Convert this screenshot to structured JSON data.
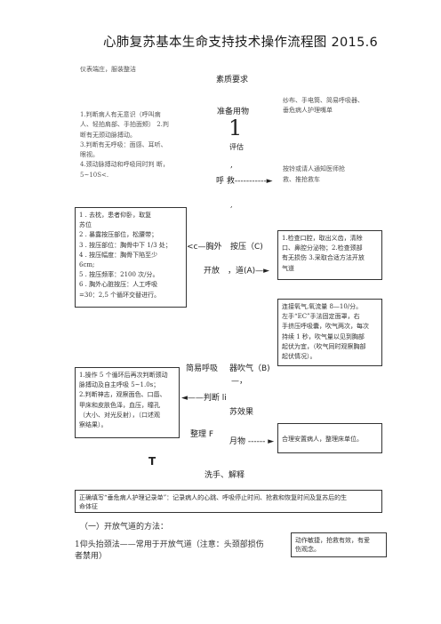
{
  "title": "心肺复苏基本生命支持技术操作流程图 2015.6",
  "top_left_note": "仪表端庄，服装整洁",
  "quality_label": "素质要求",
  "prep_label": "准备用物",
  "prep_text": [
    "纱布、手电筒、简易呼吸器、",
    "垂危病人护理嘴单"
  ],
  "big_one": "1",
  "assess_label": "评估",
  "assess_text": [
    "1.判断病人有无意识（呼叫病",
    "人、轻拍肩部、手拍面颊） 2.判",
    "断有无颈动脉搏动。",
    "3.判断有无呼吸：面感、耳听、",
    "眼视。",
    "4.颈动脉搏动和呼吸同时判 断，",
    "5~10S<."
  ],
  "call_label": "呼 救-----------►",
  "call_text": "按铃或请人通知医师抢",
  "call_text2": "救、推抢救车",
  "left_box1": [
    "1 . 去枕，患者仰卧，取复",
    "苏位",
    "2 . 暴露按压部位，松腰带；",
    "3 . 按压部位：胸骨中下 1/3 处；",
    "4 . 按压幅度：胸骨下陷至少",
    "6cm;",
    "5 . 按压频率：2100 次/分。",
    "6 . 胸外心脏按压：人工呼吸",
    "=30：2,5 个循环交替进行。"
  ],
  "chest_label": "<c—胸外",
  "compress_label": "按压（C)",
  "airway_open_label": "开放",
  "airway_label": "，道(A)—►",
  "right_box1": [
    "1.检查口腔，取出义齿，清除",
    "口、鼻腔分泌物；2.检查颈部",
    "有无损伤 3.采取合适方法开放",
    "气道"
  ],
  "right_box2": [
    "连接氧气,氧流量 8—10/分。",
    "左手“EC”手法固定面罩，右",
    "手挤压呼吸囊，吹气两次，每次",
    "持续 1 秒，吹气量以见到胸部",
    "起伏为宜，（吹气同时观察胸部",
    "起伏情况）。"
  ],
  "simple_breath_label": "简易呼吸",
  "blow_label": "器吹气（B)",
  "dash_label": "—，",
  "left_box2": [
    "1.操作 5 个循环后再次判断颈动",
    "脉搏动及自主呼吸 5~1.0s；",
    "2.判断神志，观察面色、口唇、",
    "甲床和皮肤色泽，血压，瞳孔",
    "（大小、对光反射），（口述观",
    "察结果）。"
  ],
  "judge_label": "◄——判断 li",
  "effect_label": "苏效果",
  "organize_label": "整理 F",
  "bed_label": "月物 ------ ►",
  "right_box3": "合理安置病人，整理床单位。",
  "t_mark": "T",
  "wash_label": "洗手、解释",
  "record_box": [
    "正确填写“垂危病人护理记录单”：记录病人的心跳、呼吸停止时间、抢救和恢复时间及复苏后的生",
    "命体征"
  ],
  "section_heading": "（一）开放气道的方法：",
  "method_text": [
    "1仰头抬颈法——常用于开放气道（注意：头颈部损伤",
    "者禁用）"
  ],
  "bottom_right_box": [
    "动作敏捷，抢救有效，有爱",
    "伤观念。"
  ]
}
